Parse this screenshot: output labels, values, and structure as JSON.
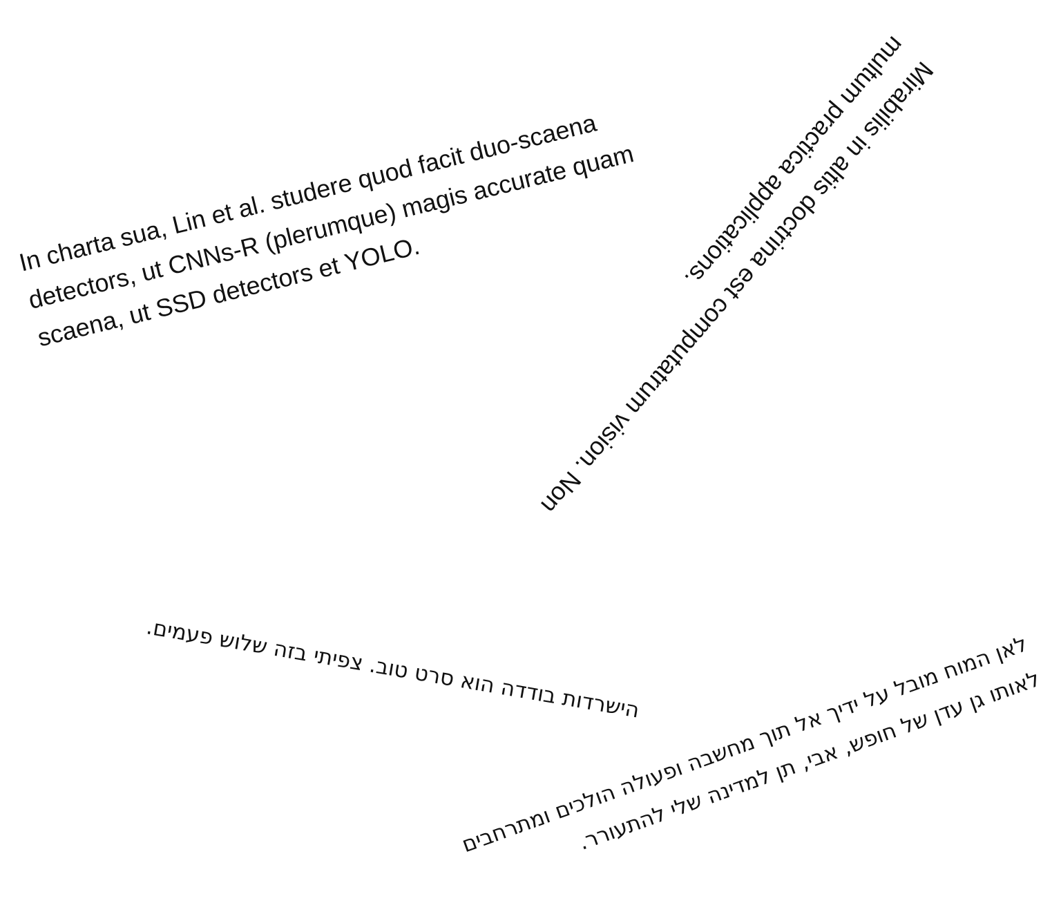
{
  "page": {
    "background": "#ffffff",
    "text_color": "#111111"
  },
  "latin_paragraph": {
    "language": "la",
    "rotation_deg": -13.75,
    "lines": [
      "In charta sua, Lin et al. studere quod facit duo-scaena",
      "detectors, ut CNNs-R (plerumque) magis accurate quam",
      "scaena, ut SSD detectors et YOLO."
    ]
  },
  "diagonal_paragraph": {
    "language": "la",
    "rotation_deg": 130.7,
    "lines": [
      "Mirabilis in altis doctrina est computatrum vision. Non",
      "multum practica applications."
    ]
  },
  "hebrew_paragraph_1": {
    "language": "he",
    "rotation_deg": 9.7,
    "lines": [
      "הישרדות בודדה הוא סרט טוב. צפיתי בזה שלוש פעמים."
    ]
  },
  "hebrew_paragraph_2": {
    "language": "he",
    "rotation_deg": -19.8,
    "lines": [
      "לאן המוח מובל על ידיך אל תוך מחשבה ופעולה הולכים ומתרחבים",
      "לאותו גן עדן של חופש, אבי, תן למדינה שלי להתעורר."
    ]
  }
}
